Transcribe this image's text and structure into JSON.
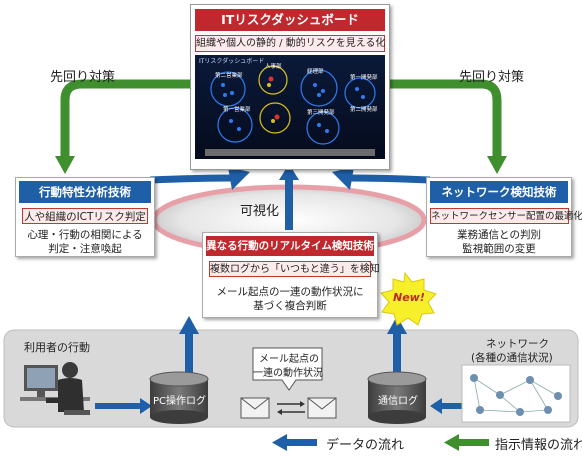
{
  "dashboard": {
    "title": "ITリスクダッシュボード",
    "subtitle": "組織や個人の静的 / 動的リスクを見える化",
    "screen_title": "ITリスクダッシュボード",
    "nodes": [
      "第二営業部",
      "人事部",
      "経理部",
      "第一開発部",
      "第一営業部",
      "第三開発部",
      "第二開発部"
    ]
  },
  "left_label": "先回り対策",
  "right_label": "先回り対策",
  "center_label": "可視化",
  "behavior": {
    "title": "行動特性分析技術",
    "sub": "人や組織のICTリスク判定",
    "body_line1": "心理・行動の相関による",
    "body_line2": "判定・注意喚起"
  },
  "network_detect": {
    "title": "ネットワーク検知技術",
    "sub": "ネットワークセンサー配置の最適化",
    "body_line1": "業務通信との判別",
    "body_line2": "監視範囲の変更"
  },
  "realtime": {
    "title": "異なる行動のリアルタイム検知技術",
    "sub": "複数ログから「いつもと違う」を検知",
    "body_line1": "メール起点の一連の動作状況に",
    "body_line2": "基づく複合判断",
    "badge": "New!"
  },
  "bottom": {
    "user_action": "利用者の行動",
    "pc_log": "PC操作ログ",
    "mail_line1": "メール起点の",
    "mail_line2": "一連の動作状況",
    "comm_log": "通信ログ",
    "network_line1": "ネットワーク",
    "network_line2": "(各種の通信状況)"
  },
  "legend": {
    "data_flow": "データの流れ",
    "instruction_flow": "指示情報の流れ"
  },
  "colors": {
    "red_title": "#c0282d",
    "blue_title": "#1f5fa8",
    "blue_arrow": "#1f5fa8",
    "green_arrow": "#3f8f2f",
    "panel_gray": "#d9d9d9"
  }
}
